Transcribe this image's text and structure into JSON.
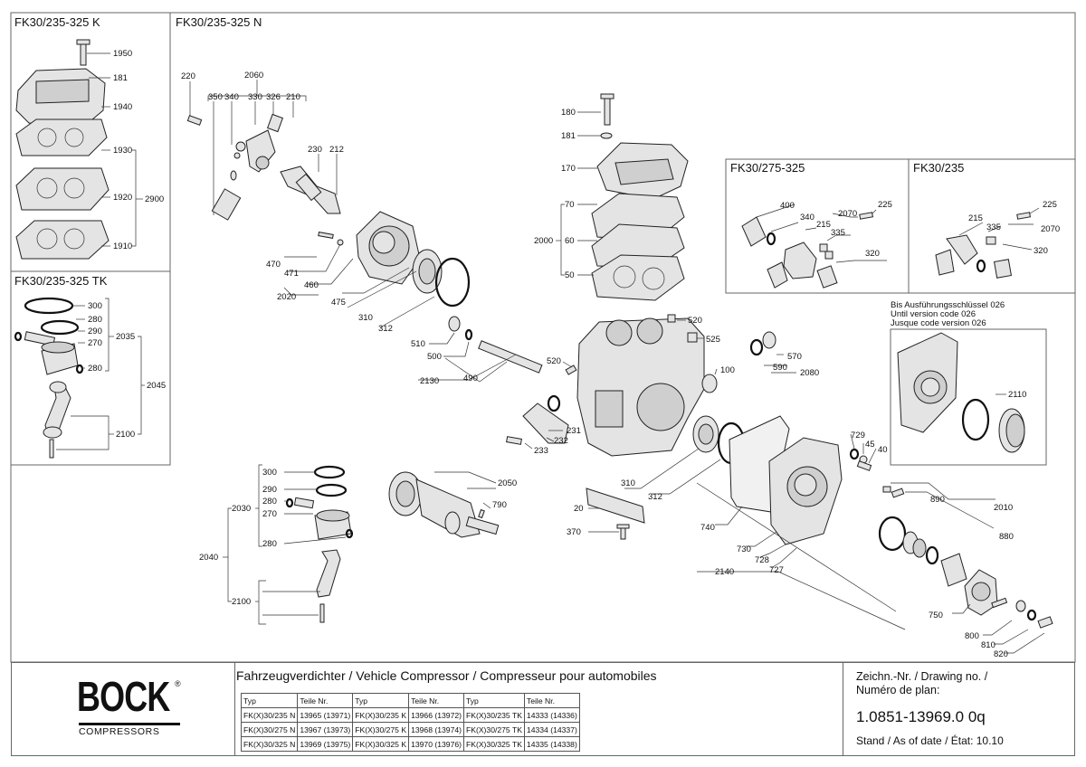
{
  "sections": {
    "k": "FK30/235-325 K",
    "n": "FK30/235-325 N",
    "tk": "FK30/235-325 TK",
    "v275": "FK30/275-325",
    "v235": "FK30/235"
  },
  "version_note": {
    "de": "Bis Ausführungsschlüssel 026",
    "en": "Until version code 026",
    "fr": "Jusque code version 026"
  },
  "labels": {
    "p1950": "1950",
    "p181k": "181",
    "p1940": "1940",
    "p1930": "1930",
    "p1920": "1920",
    "p2900": "2900",
    "p1910": "1910",
    "tk300": "300",
    "tk280a": "280",
    "tk290": "290",
    "tk270": "270",
    "tk280b": "280",
    "tk2035": "2035",
    "tk2045": "2045",
    "tk2100": "2100",
    "p220": "220",
    "p2060": "2060",
    "p350": "350",
    "p340": "340",
    "p330": "330",
    "p326": "326",
    "p210": "210",
    "p230": "230",
    "p212": "212",
    "p470": "470",
    "p471": "471",
    "p460": "460",
    "p2020": "2020",
    "p475": "475",
    "p310a": "310",
    "p312a": "312",
    "p510": "510",
    "p500": "500",
    "p490": "490",
    "p2130": "2130",
    "p180": "180",
    "p181": "181",
    "p170": "170",
    "p70": "70",
    "p2000": "2000",
    "p60": "60",
    "p50": "50",
    "p520a": "520",
    "p525": "525",
    "p570": "570",
    "p590": "590",
    "p2080": "2080",
    "p520b": "520",
    "p100": "100",
    "p231": "231",
    "p232": "232",
    "p233": "233",
    "p300": "300",
    "p290": "290",
    "p280a": "280",
    "p270": "270",
    "p280b": "280",
    "p2030": "2030",
    "p2040": "2040",
    "p2100": "2100",
    "p2050": "2050",
    "p790": "790",
    "p20": "20",
    "p370": "370",
    "p310b": "310",
    "p312b": "312",
    "p740": "740",
    "p730": "730",
    "p728": "728",
    "p727": "727",
    "p2140": "2140",
    "p729": "729",
    "p45": "45",
    "p40": "40",
    "p890": "890",
    "p2010": "2010",
    "p880": "880",
    "p750": "750",
    "p800": "800",
    "p810": "810",
    "p820": "820",
    "p2110": "2110",
    "a400": "400",
    "a340": "340",
    "a215": "215",
    "a2070": "2070",
    "a225": "225",
    "a335": "335",
    "a320": "320",
    "b225": "225",
    "b215": "215",
    "b335": "335",
    "b2070": "2070",
    "b320": "320"
  },
  "title_block": {
    "logo": "BOCK",
    "logo_sub": "COMPRESSORS",
    "logo_reg": "®",
    "description": "Fahrzeugverdichter / Vehicle Compressor / Compresseur pour automobiles",
    "table": {
      "headers": [
        "Typ",
        "Teile Nr.",
        "Typ",
        "Teile Nr.",
        "Typ",
        "Teile Nr."
      ],
      "rows": [
        [
          "FK(X)30/235 N",
          "13965 (13971)",
          "FK(X)30/235 K",
          "13966 (13972)",
          "FK(X)30/235 TK",
          "14333 (14336)"
        ],
        [
          "FK(X)30/275 N",
          "13967 (13973)",
          "FK(X)30/275 K",
          "13968 (13974)",
          "FK(X)30/275 TK",
          "14334 (14337)"
        ],
        [
          "FK(X)30/325 N",
          "13969 (13975)",
          "FK(X)30/325 K",
          "13970 (13976)",
          "FK(X)30/325 TK",
          "14335 (14338)"
        ]
      ]
    },
    "drawing_label_1": "Zeichn.-Nr. / Drawing no. /",
    "drawing_label_2": "Numéro de plan:",
    "drawing_number": "1.0851-13969.0 0q",
    "as_of": "Stand / As of date / État: 10.10"
  }
}
